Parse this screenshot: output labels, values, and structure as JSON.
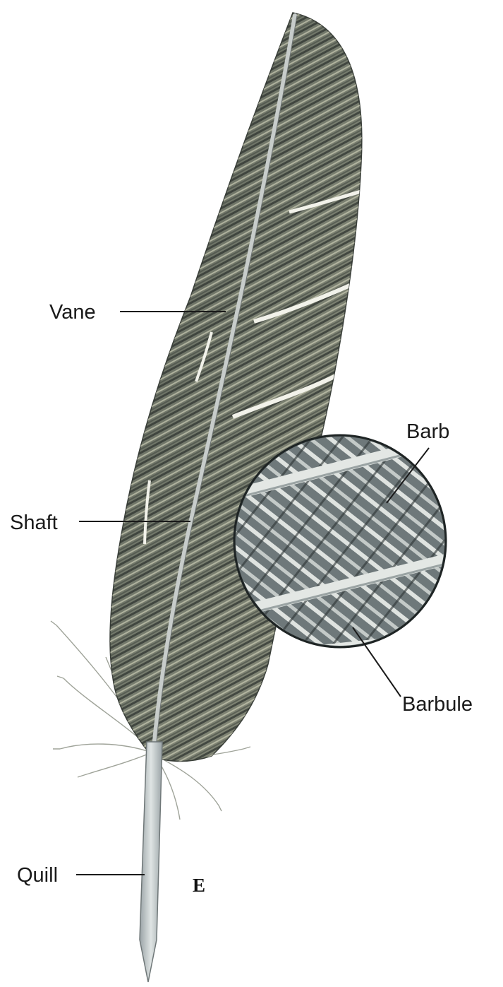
{
  "figure": {
    "panel_letter": "E",
    "labels": {
      "vane": "Vane",
      "shaft": "Shaft",
      "quill": "Quill",
      "barb": "Barb",
      "barbule": "Barbule"
    }
  },
  "colors": {
    "vane_base": "#6f7466",
    "vane_stripe_dark": "#2f3430",
    "vane_stripe_light": "#c9cbb4",
    "shaft": "#c7ccca",
    "quill": "#b7bec0",
    "magnifier_bg": "#7a8384",
    "barb_light": "#dfe3e0",
    "label_text": "#1a1a1a"
  },
  "icons": {
    "feather": "feather-illustration",
    "magnifier": "barb-magnification-circle"
  }
}
